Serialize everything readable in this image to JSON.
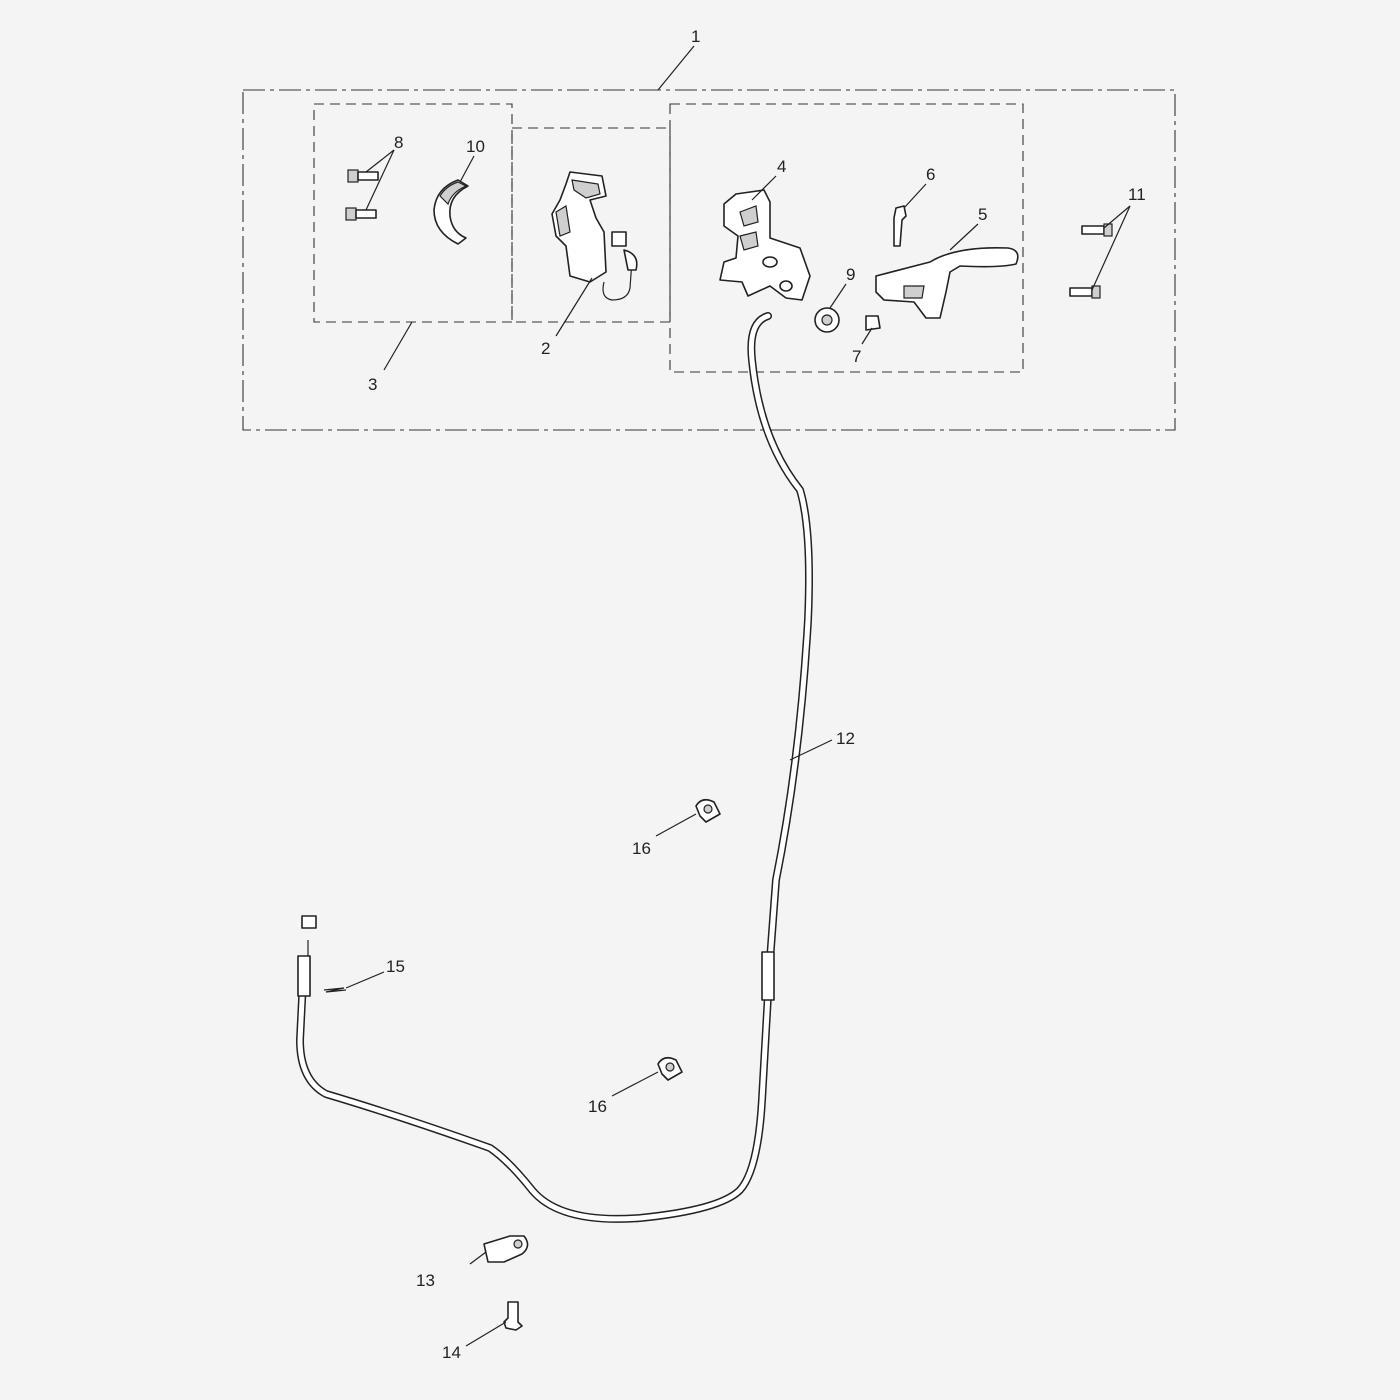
{
  "diagram": {
    "callouts": {
      "c1": "1",
      "c2": "2",
      "c3": "3",
      "c4": "4",
      "c5": "5",
      "c6": "6",
      "c7": "7",
      "c8": "8",
      "c9": "9",
      "c10": "10",
      "c11": "11",
      "c12": "12",
      "c13": "13",
      "c14": "14",
      "c15": "15",
      "c16a": "16",
      "c16b": "16"
    },
    "parts": [
      {
        "ref": "1",
        "icon": "assembly-box"
      },
      {
        "ref": "2",
        "icon": "switch-housing-icon"
      },
      {
        "ref": "3",
        "icon": "sub-assembly-box"
      },
      {
        "ref": "4",
        "icon": "lever-bracket-icon"
      },
      {
        "ref": "5",
        "icon": "clutch-lever-icon"
      },
      {
        "ref": "6",
        "icon": "pivot-bolt-icon"
      },
      {
        "ref": "7",
        "icon": "nut-icon"
      },
      {
        "ref": "8",
        "icon": "screw-icon"
      },
      {
        "ref": "9",
        "icon": "adjuster-icon"
      },
      {
        "ref": "10",
        "icon": "clamp-half-icon"
      },
      {
        "ref": "11",
        "icon": "screw-icon"
      },
      {
        "ref": "12",
        "icon": "cable-icon"
      },
      {
        "ref": "13",
        "icon": "cable-bracket-icon"
      },
      {
        "ref": "14",
        "icon": "bolt-icon"
      },
      {
        "ref": "15",
        "icon": "spring-icon"
      },
      {
        "ref": "16",
        "icon": "cable-clip-icon"
      }
    ]
  }
}
